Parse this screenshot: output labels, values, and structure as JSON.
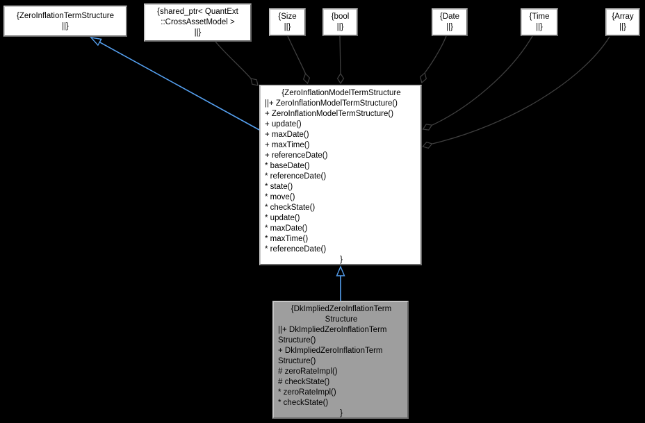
{
  "diagram": {
    "kind": "uml-collaboration-diagram",
    "colors": {
      "background": "#000000",
      "node_fill": "#ffffff",
      "derived_node_fill": "#9e9e9e",
      "node_text": "#000000",
      "aggregation_edge": "#3f3f3f",
      "inheritance_edge": "#55a0f0"
    },
    "top_nodes": [
      {
        "id": "zero-inflation-term-structure",
        "lines": [
          "{ZeroInflationTermStructure",
          "||}"
        ]
      },
      {
        "id": "shared-ptr-cross-asset-model",
        "lines": [
          "{shared_ptr< QuantExt",
          "::CrossAssetModel >",
          "||}"
        ]
      },
      {
        "id": "size",
        "lines": [
          "{Size",
          "||}"
        ]
      },
      {
        "id": "bool",
        "lines": [
          "{bool",
          "||}"
        ]
      },
      {
        "id": "date",
        "lines": [
          "{Date",
          "||}"
        ]
      },
      {
        "id": "time",
        "lines": [
          "{Time",
          "||}"
        ]
      },
      {
        "id": "array",
        "lines": [
          "{Array",
          "||}"
        ]
      }
    ],
    "center_node": {
      "title": "{ZeroInflationModelTermStructure",
      "members": [
        "||+ ZeroInflationModelTermStructure()",
        "+ ZeroInflationModelTermStructure()",
        "+ update()",
        "+ maxDate()",
        "+ maxTime()",
        "+ referenceDate()",
        "* baseDate()",
        "* referenceDate()",
        "* state()",
        "* move()",
        "* checkState()",
        "* update()",
        "* maxDate()",
        "* maxTime()",
        "* referenceDate()"
      ],
      "closing": "}"
    },
    "bottom_node": {
      "title_lines": [
        "{DkImpliedZeroInflationTerm",
        "Structure"
      ],
      "members": [
        "||+ DkImpliedZeroInflationTerm",
        "Structure()",
        "+ DkImpliedZeroInflationTerm",
        "Structure()",
        "# zeroRateImpl()",
        "# checkState()",
        "* zeroRateImpl()",
        "* checkState()"
      ],
      "closing": "}"
    }
  }
}
